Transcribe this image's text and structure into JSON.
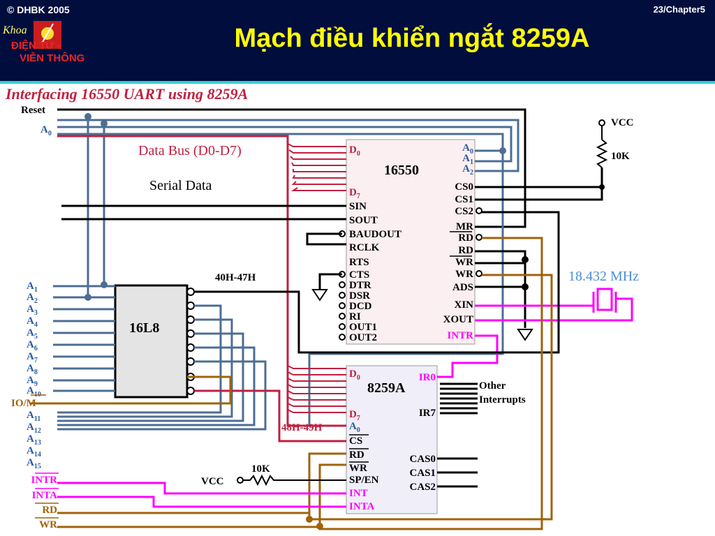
{
  "header": {
    "copyright": "© DHBK 2005",
    "page": "23/Chapter5",
    "title": "Mạch điều khiển ngắt 8259A",
    "logo_text": [
      "Khoa",
      "ĐIỆN TỬ -",
      "VIỄN THÔNG"
    ]
  },
  "diagram": {
    "caption": "Interfacing 16550 UART using 8259A",
    "data_bus": "Data Bus (D0-D7)",
    "serial_data": "Serial Data",
    "reset": "Reset",
    "a0": "A",
    "a0_sub": "0",
    "vcc_top": "VCC",
    "res_top": "10K",
    "crystal": "18.432 MHz",
    "addr_40": "40H-47H",
    "addr_48": "48H-49H",
    "vcc_bottom": "VCC",
    "res_bottom": "10K",
    "chip_16550": {
      "name": "16550",
      "left_pins": [
        {
          "t": "D",
          "s": "0"
        },
        {
          "t": "D",
          "s": "7"
        },
        {
          "t": "SIN"
        },
        {
          "t": "SOUT"
        },
        {
          "t": "BAUDOUT"
        },
        {
          "t": "RCLK"
        },
        {
          "t": "RTS"
        },
        {
          "t": "CTS"
        },
        {
          "t": "DTR"
        },
        {
          "t": "DSR"
        },
        {
          "t": "DCD"
        },
        {
          "t": "RI"
        },
        {
          "t": "OUT1"
        },
        {
          "t": "OUT2"
        }
      ],
      "right_pins": [
        {
          "t": "A",
          "s": "0"
        },
        {
          "t": "A",
          "s": "1"
        },
        {
          "t": "A",
          "s": "2"
        },
        {
          "t": "CS0"
        },
        {
          "t": "CS1"
        },
        {
          "t": "CS2"
        },
        {
          "t": "MR"
        },
        {
          "t": "RD"
        },
        {
          "t": "RD"
        },
        {
          "t": "WR"
        },
        {
          "t": "WR"
        },
        {
          "t": "ADS"
        },
        {
          "t": "XIN"
        },
        {
          "t": "XOUT"
        },
        {
          "t": "INTR"
        }
      ]
    },
    "chip_8259": {
      "name": "8259A",
      "left_pins": [
        {
          "t": "D",
          "s": "0"
        },
        {
          "t": "D",
          "s": "7"
        },
        {
          "t": "A",
          "s": "0"
        },
        {
          "t": "CS"
        },
        {
          "t": "RD"
        },
        {
          "t": "WR"
        },
        {
          "t": "SP/EN"
        },
        {
          "t": "INT"
        },
        {
          "t": "INTA"
        }
      ],
      "right_pins": [
        {
          "t": "IR0"
        },
        {
          "t": "IR7"
        },
        {
          "t": "CAS0"
        },
        {
          "t": "CAS1"
        },
        {
          "t": "CAS2"
        }
      ],
      "other_interrupts": [
        "Other",
        "Interrupts"
      ]
    },
    "chip_16l8": {
      "name": "16L8"
    },
    "address_lines": [
      {
        "t": "A",
        "s": "1"
      },
      {
        "t": "A",
        "s": "2"
      },
      {
        "t": "A",
        "s": "3"
      },
      {
        "t": "A",
        "s": "4"
      },
      {
        "t": "A",
        "s": "5"
      },
      {
        "t": "A",
        "s": "6"
      },
      {
        "t": "A",
        "s": "7"
      },
      {
        "t": "A",
        "s": "8"
      },
      {
        "t": "A",
        "s": "9"
      },
      {
        "t": "A",
        "s": "10"
      },
      {
        "t": "IO/M"
      },
      {
        "t": "A",
        "s": "11"
      },
      {
        "t": "A",
        "s": "12"
      },
      {
        "t": "A",
        "s": "13"
      },
      {
        "t": "A",
        "s": "14"
      },
      {
        "t": "A",
        "s": "15"
      }
    ],
    "bottom_signals": [
      "INTR",
      "INTA",
      "RD",
      "WR"
    ]
  }
}
